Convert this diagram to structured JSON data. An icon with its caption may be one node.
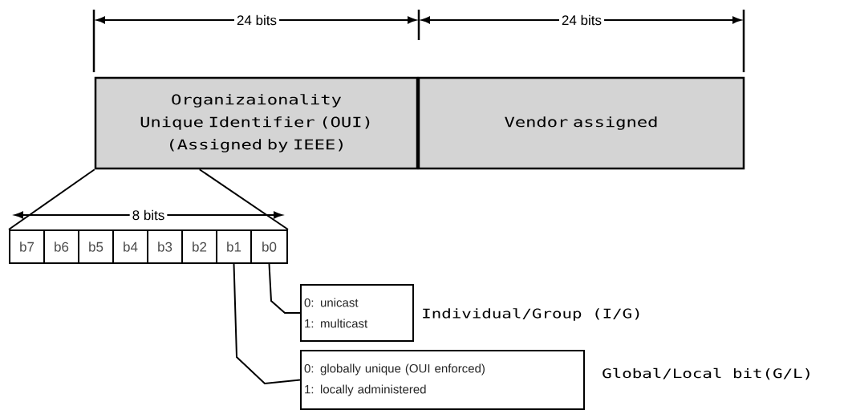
{
  "diagram": {
    "nodes": [
      {
        "text": [
          "Organizaionality Unique Identifier (OUI)",
          "(Assigned by IEEE)"
        ]
      },
      {
        "text": [
          "Vendor assigned"
        ]
      },
      {
        "text": [
          "b7"
        ]
      },
      {
        "text": [
          "b6"
        ]
      },
      {
        "text": [
          "b5"
        ]
      },
      {
        "text": [
          "b4"
        ]
      },
      {
        "text": [
          "b3"
        ]
      },
      {
        "text": [
          "b2"
        ]
      },
      {
        "text": [
          "b1"
        ]
      },
      {
        "text": [
          "b0"
        ]
      },
      {
        "text": [
          "0: unicast",
          "1: multicast"
        ],
        "beside": [
          "Individual/Group (I/G)"
        ]
      },
      {
        "text": [
          "0: globally unique (OUI enforced)",
          "1: locally administered"
        ],
        "beside": [
          "Global/Local bit(G/L)"
        ]
      }
    ],
    "edges": [
      {
        "from": 0,
        "to": 2,
        "arrow": "none"
      },
      {
        "from": 0,
        "to": 9,
        "arrow": "none"
      },
      {
        "from": 9,
        "to": 10,
        "arrow": "none"
      },
      {
        "from": 8,
        "to": 11,
        "arrow": "none"
      }
    ],
    "labels": [
      "24 bits",
      "24 bits",
      "8 bits"
    ]
  }
}
